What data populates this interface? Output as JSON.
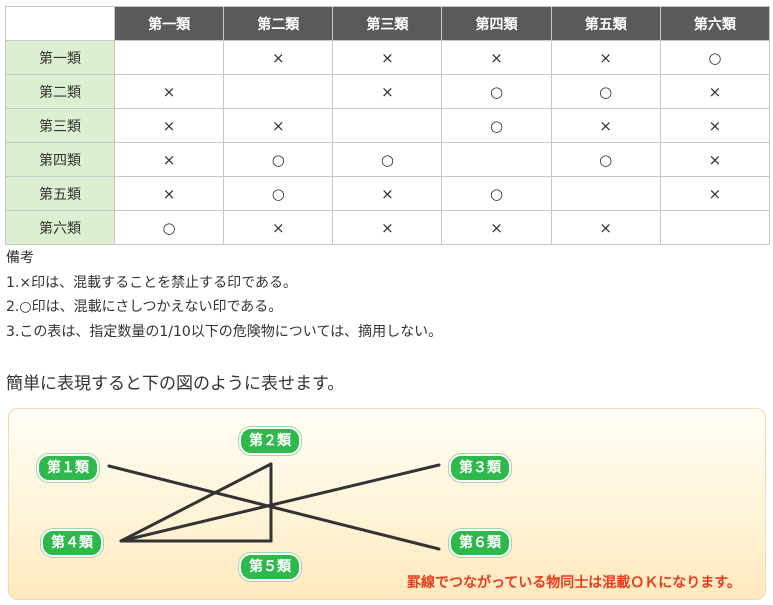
{
  "table": {
    "col_headers": [
      "第一類",
      "第二類",
      "第三類",
      "第四類",
      "第五類",
      "第六類"
    ],
    "rows": [
      {
        "label": "第一類",
        "cells": [
          "",
          "×",
          "×",
          "×",
          "×",
          "○"
        ]
      },
      {
        "label": "第二類",
        "cells": [
          "×",
          "",
          "×",
          "○",
          "○",
          "×"
        ]
      },
      {
        "label": "第三類",
        "cells": [
          "×",
          "×",
          "",
          "○",
          "×",
          "×"
        ]
      },
      {
        "label": "第四類",
        "cells": [
          "×",
          "○",
          "○",
          "",
          "○",
          "×"
        ]
      },
      {
        "label": "第五類",
        "cells": [
          "×",
          "○",
          "×",
          "○",
          "",
          "×"
        ]
      },
      {
        "label": "第六類",
        "cells": [
          "○",
          "×",
          "×",
          "×",
          "×",
          ""
        ]
      }
    ]
  },
  "notes": {
    "title": "備考",
    "items": [
      "1.×印は、混載することを禁止する印である。",
      "2.○印は、混載にさしつかえない印である。",
      "3.この表は、指定数量の1/10以下の危険物については、摘用しない。"
    ]
  },
  "lead_text": "簡単に表現すると下の図のように表せます。",
  "diagram": {
    "badges": {
      "c1": "第１類",
      "c2": "第２類",
      "c3": "第３類",
      "c4": "第４類",
      "c5": "第５類",
      "c6": "第６類"
    },
    "caption": "罫線でつながっている物同士は混載ＯＫになります。",
    "colors": {
      "badge": "#2fb84b",
      "caption": "#e83c1c",
      "line": "#333333"
    }
  }
}
